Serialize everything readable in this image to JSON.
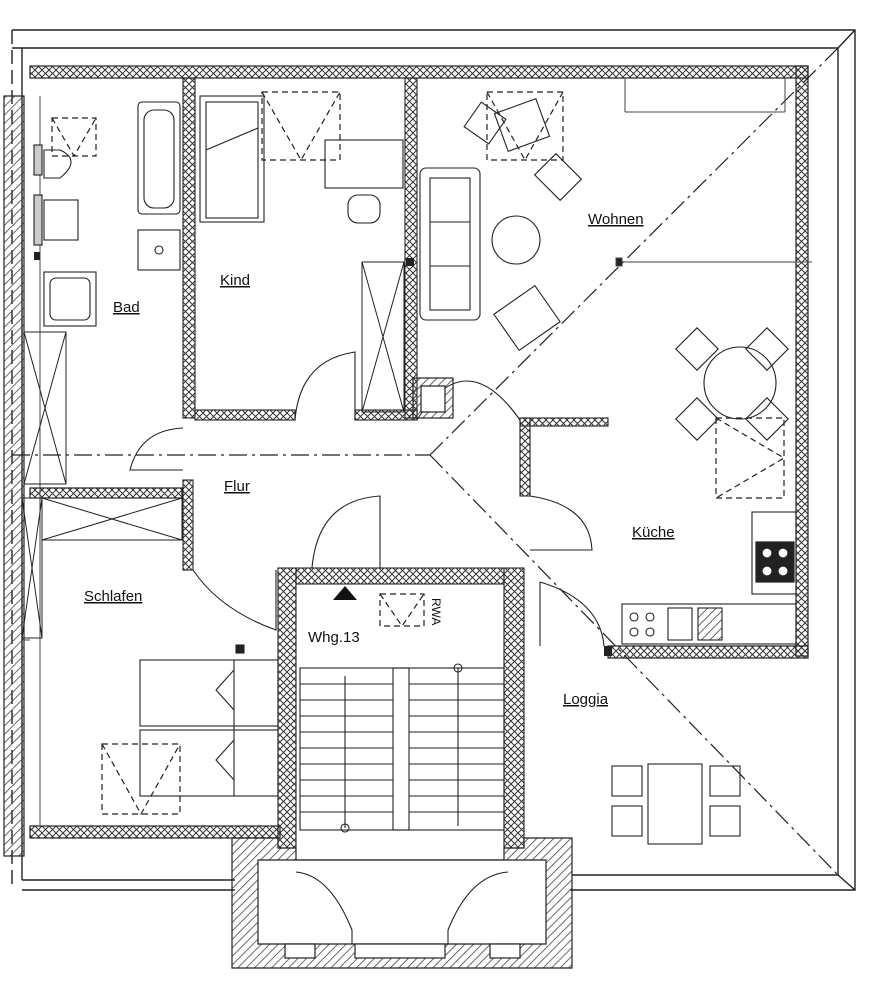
{
  "rooms": {
    "bad": "Bad",
    "kind": "Kind",
    "wohnen": "Wohnen",
    "flur": "Flur",
    "kueche": "Küche",
    "schlafen": "Schlafen",
    "loggia": "Loggia"
  },
  "unit_label": "Whg.13",
  "rwa_label": "RWA",
  "colors": {
    "line": "#222222",
    "hatch": "#555555"
  }
}
